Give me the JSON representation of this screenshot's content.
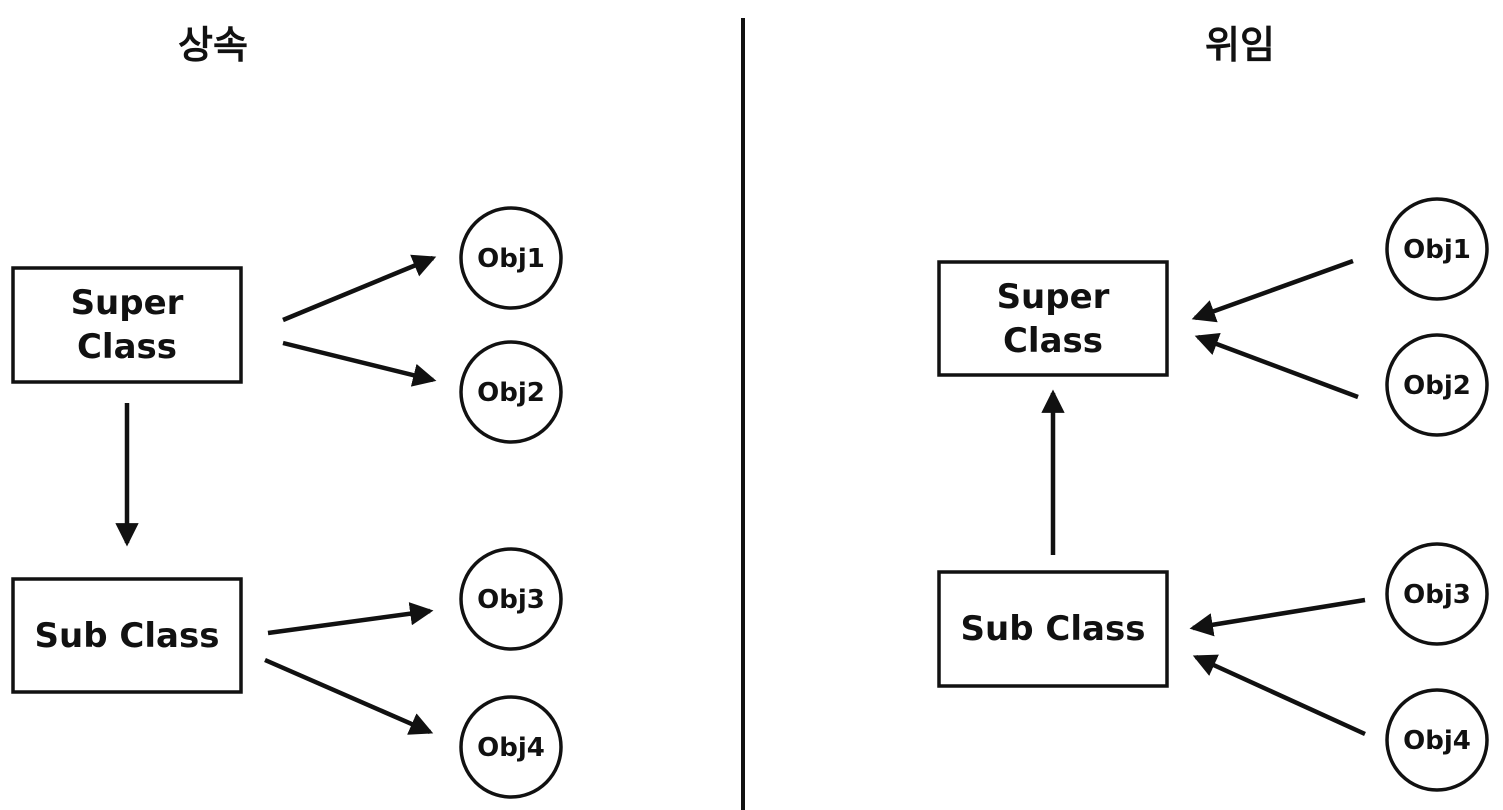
{
  "colors": {
    "background": "#ffffff",
    "ink": "#111111"
  },
  "panels": {
    "inheritance": {
      "title": "상속",
      "super_class": [
        "Super",
        "Class"
      ],
      "sub_class": "Sub Class",
      "objects": [
        "Obj1",
        "Obj2",
        "Obj3",
        "Obj4"
      ]
    },
    "delegation": {
      "title": "위임",
      "super_class": [
        "Super",
        "Class"
      ],
      "sub_class": "Sub Class",
      "objects": [
        "Obj1",
        "Obj2",
        "Obj3",
        "Obj4"
      ]
    }
  }
}
